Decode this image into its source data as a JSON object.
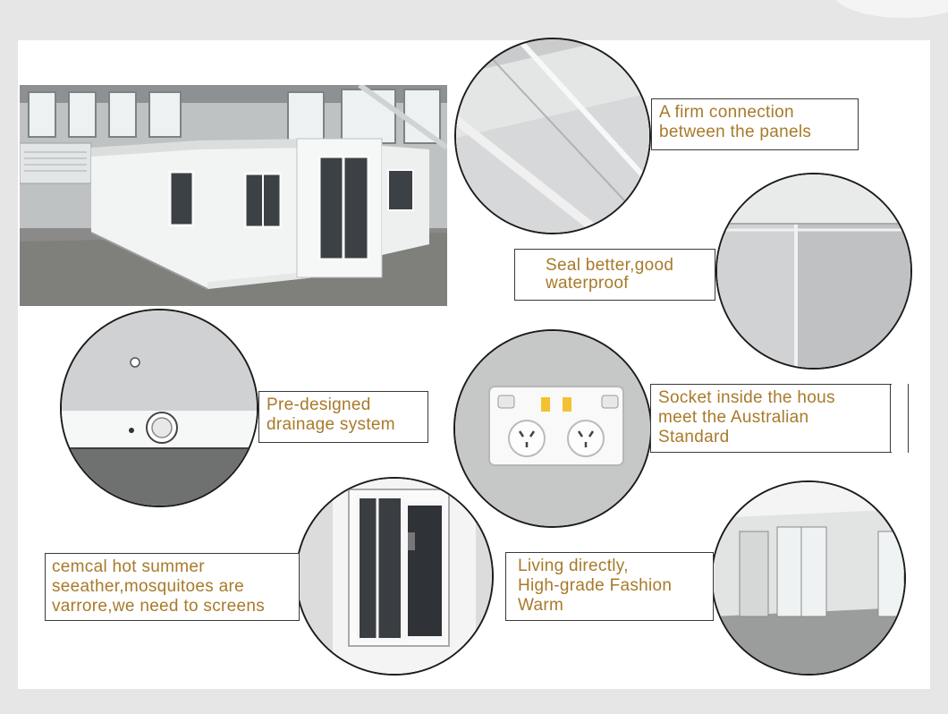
{
  "callouts": {
    "panels": [
      "A firm connection",
      "between the panels"
    ],
    "seal": [
      "Seal better,good",
      "waterproof"
    ],
    "drainage": [
      "Pre-designed",
      "drainage system"
    ],
    "socket": [
      "Socket inside the hous",
      "meet the Australian",
      "Standard"
    ],
    "screens": [
      "cemcal hot summer",
      "seeather,mosquitoes are",
      "varrore,we need to screens"
    ],
    "living": [
      "Living directly,",
      "High-grade Fashion",
      "Warm"
    ]
  }
}
